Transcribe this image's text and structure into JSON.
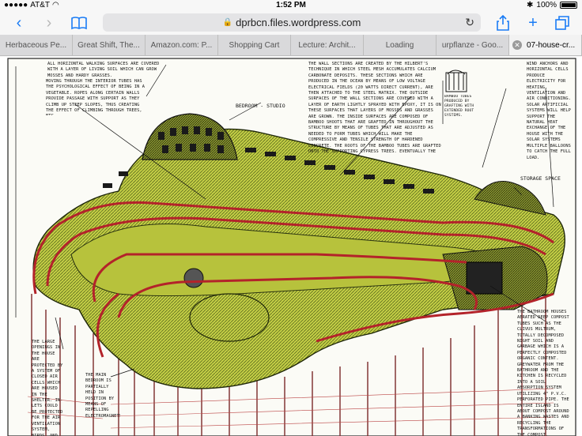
{
  "status_bar": {
    "carrier": "AT&T",
    "time": "1:52 PM",
    "battery": "100%"
  },
  "toolbar": {
    "url": "dprbcn.files.wordpress.com"
  },
  "tabs": [
    {
      "label": "Herbaceous Pe..."
    },
    {
      "label": "Great Shift, The..."
    },
    {
      "label": "Amazon.com: P..."
    },
    {
      "label": "Shopping Cart"
    },
    {
      "label": "Lecture: Archit..."
    },
    {
      "label": "Loading"
    },
    {
      "label": "urpflanze - Goo..."
    },
    {
      "label": "07-house-cr..."
    }
  ],
  "drawing": {
    "note_top_left": "ALL HORIZONTAL WALKING SURFACES ARE COVERED WITH A LAYER OF LIVING SOIL WHICH CAN GROW MOSSES AND HARDY GRASSES.",
    "note_moving": "MOVING THROUGH THE INTERIOR TUBES HAS THE PSYCHOLOGICAL EFFECT OF BEING IN A VEGETABLE. ROPES ALONG CERTAIN WALLS PROVIDE PASSAGE WITH SUPPORT AS THEY CLIMB UP STEEP SLOPES, THUS CREATING THE EFFECT OF CLIMBING THROUGH TREES, ETC.",
    "label_bedroom_studio": "BEDROOM - STUDIO",
    "note_wall_sections": "THE WALL SECTIONS ARE CREATED BY THE HILBERT'S TECHNIQUE IN WHICH STEEL MESH ACCUMULATES CALCIUM CARBONATE DEPOSITS. THESE SECTIONS WHICH ARE PRODUCED IN THE OCEAN BY MEANS OF LOW VOLTAGE ELECTRICAL FIELDS (20 WATTS DIRECT CURRENT), ARE THEN ATTACHED TO THE STEEL MATRIX. THE OUTSIDE SURFACES OF THE WALL SECTIONS ARE COVERED WITH A LAYER OF EARTH LIGHTLY SPRAYED WITH EPOXY, IT IS ON THESE SURFACES THAT LAYERS OF MOSSES AND GRASSES ARE GROWN. THE INSIDE SURFACES ARE COMPOSED OF BAMBOO SHOOTS THAT ARE GRAFTED IN THROUGHOUT THE STRUCTURE BY MEANS OF TUBES THAT ARE ADJUSTED AS NEEDED TO FORM TUBES WHICH WILL MAKE THE COMPRESSIVE AND TENSILE STRENGTH OF HARDENED CONCRETE. THE ROOTS OF THE BAMBOO TUBES ARE GRAFTED ONTO THE SUPPORTING CYPRESS TREES. EVENTUALLY THE STEEL MESH AND STEEL SUPPORT CAN BE REMOVED SO THAT THE ARCHITECTURE WILL BE COMPOSED OF ENTIRELY LIVING STRUCTURES.",
    "note_bamboo": "BAMBOO TUBES PRODUCED BY GRAFTING WITH EXTENDED ROOT SYSTEMS.",
    "note_right_top": "WIND ANCHORS AND HORIZONTAL CELLS PRODUCE ELECTRICITY FOR HEATING, VENTILATION AND AIR CONDITIONING. SOLAR ARTIFICIAL SYSTEMS WILL HELP SUPPORT THE NATURAL HEAT EXCHANGE OF THE HOUSE WITH THE SOLAR SYSTEMS MULTIPLE BALLOONS TO CATCH THE FULL LOAD.",
    "label_storage": "STORAGE SPACE",
    "note_bathroom": "THE BATHROOM HOUSES AERATED DEEP COMPOST TUBES SUCH AS THE CLIVUS MULTRUM, TOTALLY DECOMPOSED NIGHT SOIL AND GARBAGE WHICH IS A PERFECTLY COMPOSTED ORGANIC CONTENT. GREYWATER FROM THE BATHROOM AND THE KITCHEN IS RECYCLED INTO A SOIL ABSORPTION SYSTEM UTILIZING 4\" P.V.C. PERFORATED PIPE. THE ENTIRE ISLAND IS ABOUT COMPOST AROUND A BANKING WASTES AND RECYCLING THE TRANSFORMATIONS OF THE COMPOST.",
    "note_large_openings": "THE LARGE OPENINGS IN THE HOUSE ARE PROTECTED BY A SYSTEM OF CLOSED AIR CELLS WHICH ARE HOUSED IN THE SHELTER. IN-LETS COULD BE PROTECTED FOR THE AIR VENTILATION SYSTEM, BIRDS, AND SMALL ANIMALS MAY BE PREVENTED FROM ENTERING.",
    "note_main_bedroom": "THE MAIN BEDROOM IS PARTIALLY HELD IN POSITION BY MEANS OF REPELLING ELECTROMAGNETS."
  }
}
